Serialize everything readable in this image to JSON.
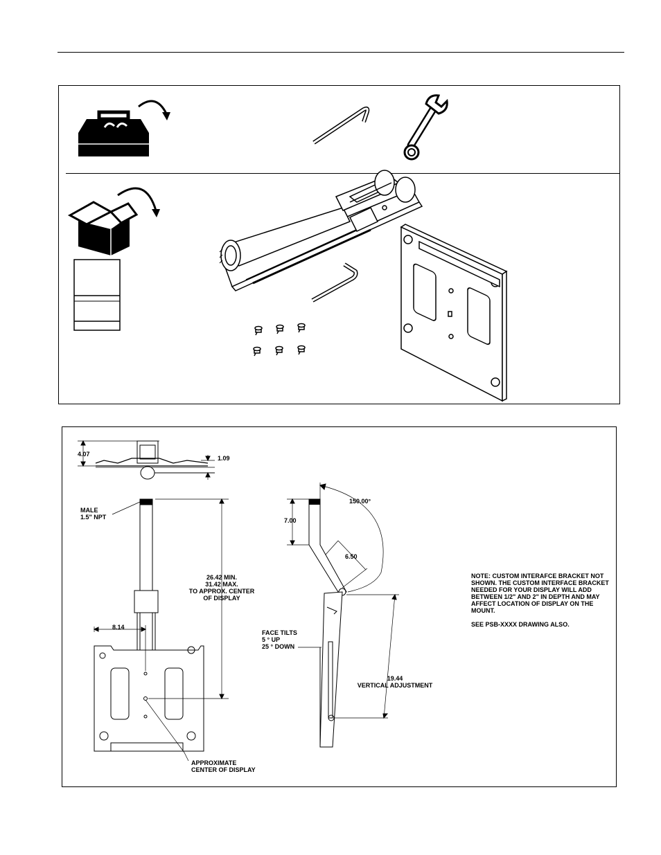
{
  "dimensions": {
    "height_top": "4.07",
    "depth_side": "1.09",
    "pipe_thread": "MALE\n1.5\" NPT",
    "column_length": "26.42 MIN.\n31.42 MAX.\nTO APPROX. CENTER\nOF DISPLAY",
    "offset": "8.14",
    "center_label": "APPROXIMATE\nCENTER OF DISPLAY",
    "tilt_angle": "150.00°",
    "upper_section": "7.00",
    "angled_section": "6.50",
    "tilt_range": "FACE TILTS\n5 ° UP\n25 ° DOWN",
    "vertical_adjustment": "19.44\nVERTICAL ADJUSTMENT"
  },
  "note": {
    "paragraph1": "NOTE: CUSTOM INTERAFCE BRACKET NOT SHOWN. THE CUSTOM INTERFACE BRACKET NEEDED FOR YOUR DISPLAY WILL ADD BETWEEN 1/2\" AND 2\" IN DEPTH AND MAY AFFECT LOCATION OF DISPLAY ON THE MOUNT.",
    "paragraph2": "SEE PSB-XXXX DRAWING ALSO."
  },
  "icons": [
    "toolbox-icon",
    "hex-key-icon",
    "wrench-icon",
    "open-box-icon",
    "manual-icon",
    "mount-arm-icon",
    "hex-key-icon",
    "screws-icon",
    "mounting-plate-icon"
  ]
}
